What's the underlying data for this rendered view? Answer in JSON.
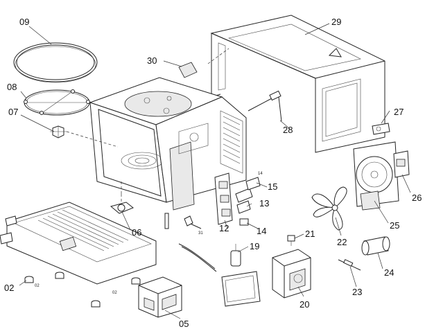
{
  "labels": {
    "p02": "02",
    "p05": "05",
    "p06": "06",
    "p07": "07",
    "p08": "08",
    "p09": "09",
    "p12": "12",
    "p13": "13",
    "p14": "14",
    "p15": "15",
    "p19": "19",
    "p20": "20",
    "p21": "21",
    "p22": "22",
    "p23": "23",
    "p24": "24",
    "p25": "25",
    "p26": "26",
    "p27": "27",
    "p28": "28",
    "p29": "29",
    "p30": "30"
  },
  "small_marks": {
    "m02a": "02",
    "m02b": "02",
    "m14": "14",
    "m31": "31"
  }
}
